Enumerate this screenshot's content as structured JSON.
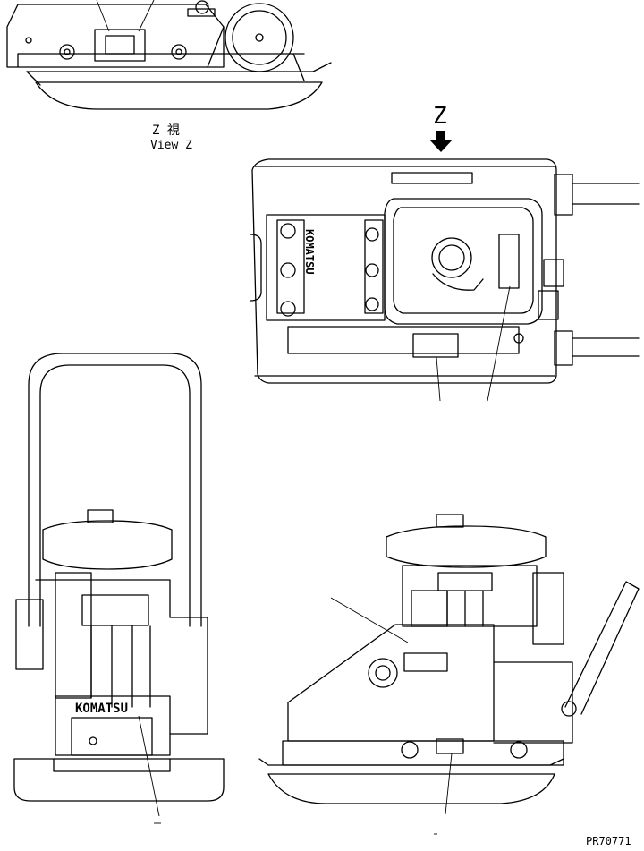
{
  "drawing": {
    "view_title_jp": "Z 視",
    "view_title_en": "View Z",
    "view_arrow_letter": "Z",
    "brand_name": "KOMATSU",
    "drawing_number": "PR70771"
  },
  "colors": {
    "line": "#000000",
    "background": "#ffffff"
  }
}
